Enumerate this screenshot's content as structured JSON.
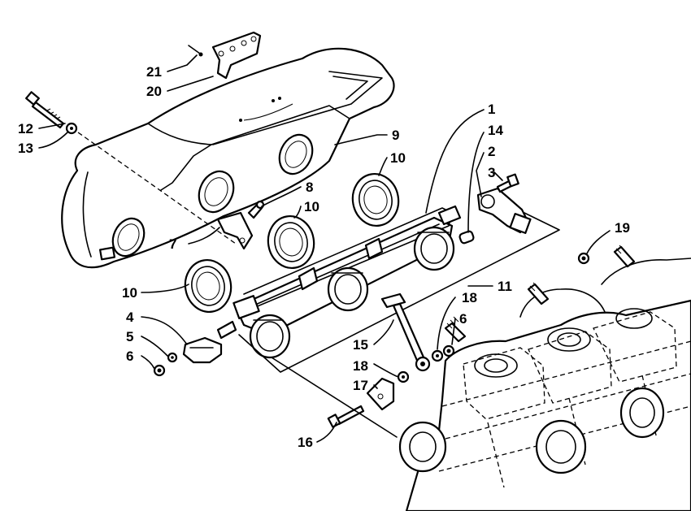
{
  "callouts": [
    {
      "id": "1",
      "text": "1"
    },
    {
      "id": "2",
      "text": "2"
    },
    {
      "id": "3",
      "text": "3"
    },
    {
      "id": "4",
      "text": "4"
    },
    {
      "id": "5",
      "text": "5"
    },
    {
      "id": "6a",
      "text": "6"
    },
    {
      "id": "6b",
      "text": "6"
    },
    {
      "id": "7",
      "text": "7"
    },
    {
      "id": "8",
      "text": "8"
    },
    {
      "id": "9",
      "text": "9"
    },
    {
      "id": "10a",
      "text": "10"
    },
    {
      "id": "10b",
      "text": "10"
    },
    {
      "id": "10c",
      "text": "10"
    },
    {
      "id": "11",
      "text": "11"
    },
    {
      "id": "12",
      "text": "12"
    },
    {
      "id": "13",
      "text": "13"
    },
    {
      "id": "14",
      "text": "14"
    },
    {
      "id": "15",
      "text": "15"
    },
    {
      "id": "16",
      "text": "16"
    },
    {
      "id": "17",
      "text": "17"
    },
    {
      "id": "18a",
      "text": "18"
    },
    {
      "id": "18b",
      "text": "18"
    },
    {
      "id": "19",
      "text": "19"
    },
    {
      "id": "20",
      "text": "20"
    },
    {
      "id": "21",
      "text": "21"
    }
  ]
}
